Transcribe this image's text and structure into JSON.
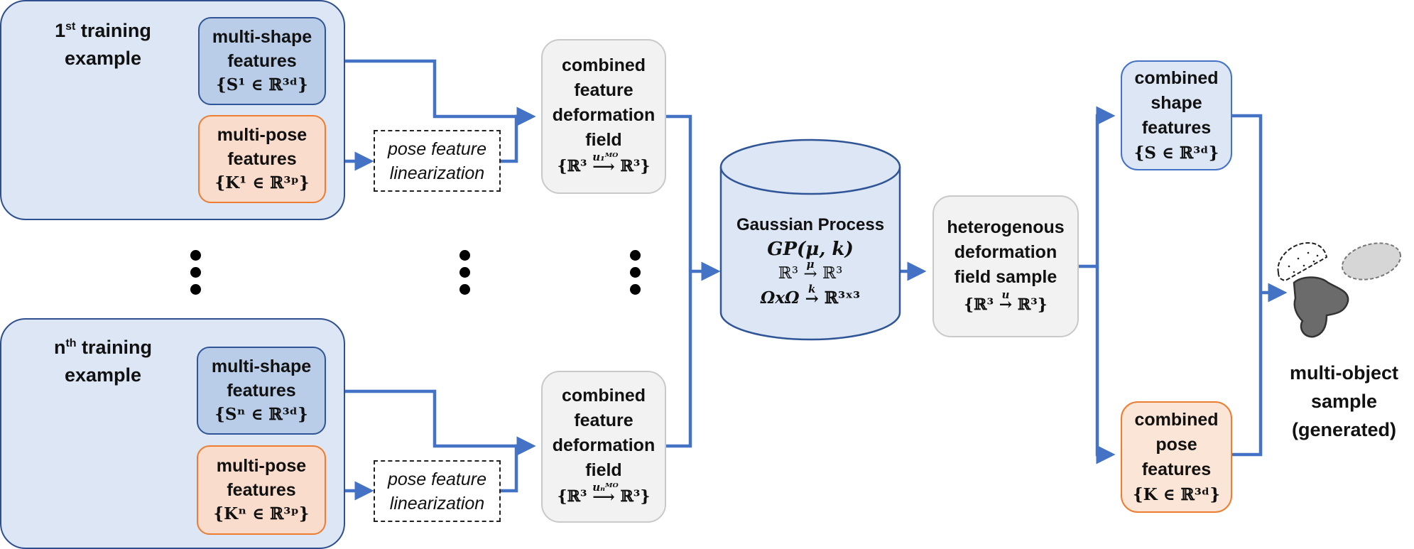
{
  "examples": [
    {
      "title_pre": "1",
      "title_sup": "st",
      "title_post": " training",
      "title_line2": "example",
      "shape_line1": "multi-shape",
      "shape_line2": "features",
      "shape_math": "{S¹ ∈ ℝ³ᵈ}",
      "pose_line1": "multi-pose",
      "pose_line2": "features",
      "pose_math": "{K¹ ∈ ℝ³ᵖ}",
      "linearization_line1": "pose feature",
      "linearization_line2": "linearization",
      "field_line1": "combined",
      "field_line2": "feature",
      "field_line3": "deformation",
      "field_line4": "field",
      "field_math_left": "{ℝ³",
      "field_math_arrow_label": "u₁ᴹᴼ",
      "field_math_right": "ℝ³}"
    },
    {
      "title_pre": "n",
      "title_sup": "th",
      "title_post": " training",
      "title_line2": "example",
      "shape_line1": "multi-shape",
      "shape_line2": "features",
      "shape_math": "{Sⁿ ∈ ℝ³ᵈ}",
      "pose_line1": "multi-pose",
      "pose_line2": "features",
      "pose_math": "{Kⁿ ∈ ℝ³ᵖ}",
      "linearization_line1": "pose feature",
      "linearization_line2": "linearization",
      "field_line1": "combined",
      "field_line2": "feature",
      "field_line3": "deformation",
      "field_line4": "field",
      "field_math_left": "{ℝ³",
      "field_math_arrow_label": "uₙᴹᴼ",
      "field_math_right": "ℝ³}"
    }
  ],
  "gaussian_process": {
    "line1": "Gaussian Process",
    "line2": "GP(μ, k)",
    "mean_left": "ℝ³",
    "mean_label": "μ",
    "mean_right": "ℝ³",
    "kernel_left": "ΩxΩ",
    "kernel_label": "k",
    "kernel_right": "ℝ³ˣ³"
  },
  "sample_box": {
    "line1": "heterogenous",
    "line2": "deformation",
    "line3": "field sample",
    "math_left": "{ℝ³",
    "math_label": "u",
    "math_right": "ℝ³}"
  },
  "combined_shape": {
    "line1": "combined",
    "line2": "shape",
    "line3": "features",
    "math": "{S ∈ ℝ³ᵈ}"
  },
  "combined_pose": {
    "line1": "combined",
    "line2": "pose",
    "line3": "features",
    "math": "{K ∈ ℝ³ᵈ}"
  },
  "output": {
    "line1": "multi-object",
    "line2": "sample",
    "line3": "(generated)"
  },
  "colors": {
    "connector": "#4472c4",
    "example_fill": "#dce6f4",
    "shape_fill": "#b9cde9",
    "pose_fill": "#f9dccb",
    "grey_fill": "#f2f2f2",
    "object_fill": "#6b6b6b"
  }
}
